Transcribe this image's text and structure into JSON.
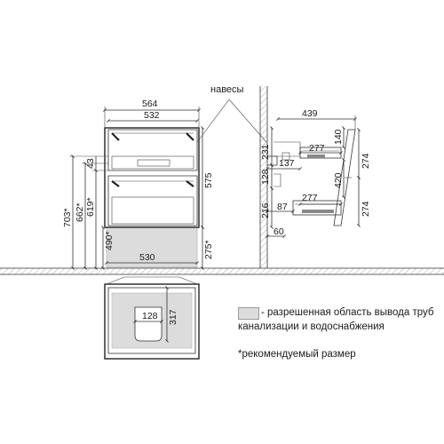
{
  "labels": {
    "hinges": "навесы",
    "legend_line1": "- разрешенная область вывода труб",
    "legend_line2": "канализации и водоснабжения",
    "footnote": "*рекомендуемый размер"
  },
  "front_dims": {
    "overall_width": "564",
    "inner_width": "532",
    "height": "575",
    "bottom_width": "530",
    "v43": "43",
    "v619": "619*",
    "v662": "662*",
    "v703": "703*",
    "v490": "490*",
    "v275": "275*"
  },
  "side_dims": {
    "depth": "439",
    "d277_top": "277",
    "d277_bottom": "277",
    "d137": "137",
    "d87": "87",
    "d60": "60",
    "v231": "231",
    "v128": "128",
    "v216": "216",
    "v140": "140",
    "v420": "420",
    "v274_top": "274",
    "v274_bottom": "274"
  },
  "plan_dims": {
    "w128": "128",
    "h317": "317"
  },
  "colors": {
    "allowed_area": "#dcdcdc",
    "line": "#333333",
    "wall_hatch": "#888888"
  }
}
